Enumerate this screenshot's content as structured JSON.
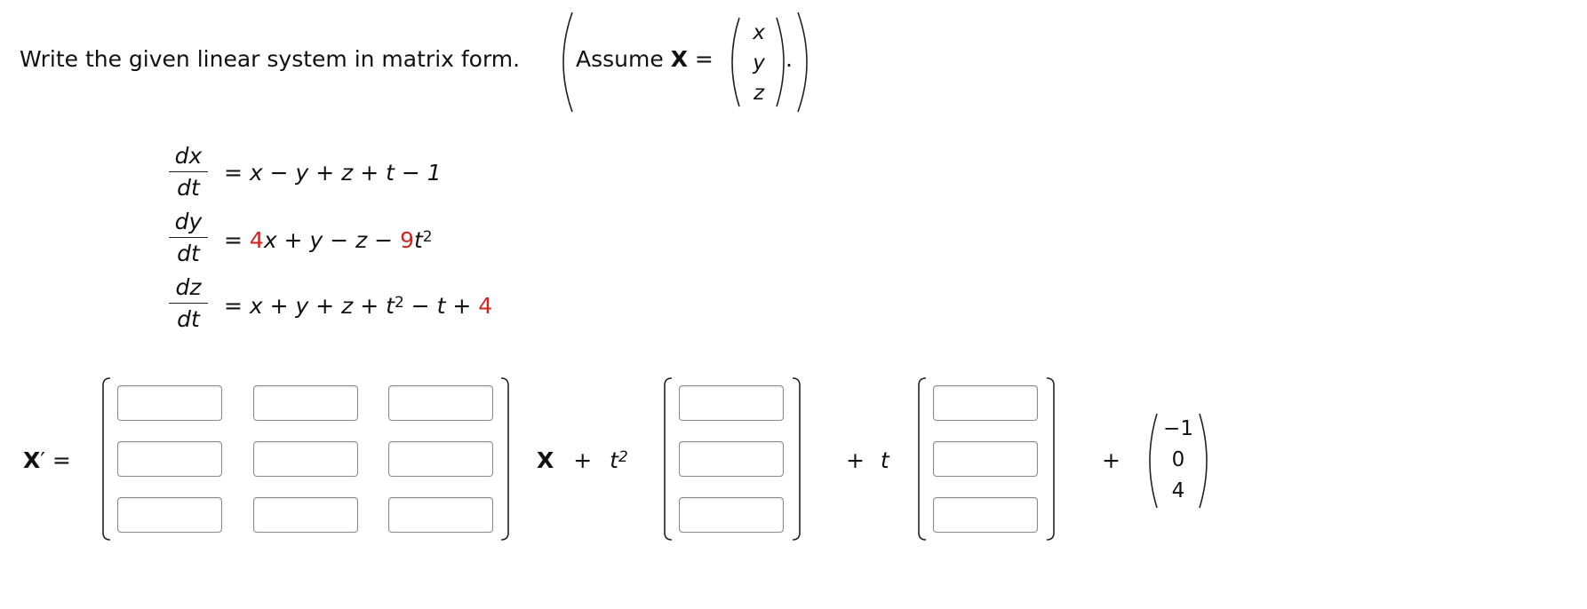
{
  "prompt": {
    "lead": "Write the given linear system in matrix form.",
    "assume": "Assume",
    "bold_var": "X",
    "equals": "=",
    "vector": [
      "x",
      "y",
      "z"
    ],
    "period": "."
  },
  "equations": [
    {
      "num": "dx",
      "den": "dt",
      "parts": [
        {
          "t": "= ",
          "c": ""
        },
        {
          "t": "x − y + z + t − 1",
          "c": "it"
        }
      ]
    },
    {
      "num": "dy",
      "den": "dt",
      "parts": [
        {
          "t": "= ",
          "c": ""
        },
        {
          "t": "4",
          "c": "red"
        },
        {
          "t": "x + y − z − ",
          "c": "it"
        },
        {
          "t": "9",
          "c": "red"
        },
        {
          "t": "t",
          "c": "it"
        },
        {
          "t": "2",
          "c": "sup"
        }
      ]
    },
    {
      "num": "dz",
      "den": "dt",
      "parts": [
        {
          "t": "= ",
          "c": ""
        },
        {
          "t": "x + y + z + t",
          "c": "it"
        },
        {
          "t": "2",
          "c": "sup"
        },
        {
          "t": " − t + ",
          "c": "it"
        },
        {
          "t": "4",
          "c": "red"
        }
      ]
    }
  ],
  "answer": {
    "lhs_bold": "X",
    "lhs_prime": "′ =",
    "x_bold": "X",
    "plus1": "+",
    "t_var": "t",
    "t_exp": "2",
    "plus2": "+",
    "t_var2": "t",
    "plus3": "+",
    "const_vector": [
      "−1",
      "0",
      "4"
    ],
    "matrix_a": [
      "",
      "",
      "",
      "",
      "",
      "",
      "",
      "",
      ""
    ],
    "vector_b": [
      "",
      "",
      ""
    ],
    "vector_c": [
      "",
      "",
      ""
    ]
  }
}
